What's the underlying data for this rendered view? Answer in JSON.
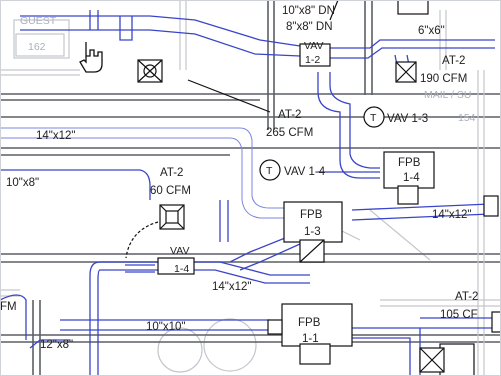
{
  "labels": {
    "duct_top": "10\"x8\" DN",
    "duct_8x8": "8\"x8\" DN",
    "vav_top": "VAV",
    "vav_top_num": "1-2",
    "duct_6x6": "6\"x6\"",
    "at2_top_right": "AT-2",
    "cfm_190": "190 CFM",
    "mail_su": "MAIL / SU",
    "room_154": "154",
    "room_162": "162",
    "faint_top_left": "GUEST",
    "at2_mid": "AT-2",
    "cfm_265": "265 CFM",
    "vav_13_marker": "T",
    "vav_13": "VAV 1-3",
    "duct_14x12_left": "14\"x12\"",
    "duct_10x8": "10\"x8\"",
    "vav_14_marker": "T",
    "vav_14": "VAV 1-4",
    "at2_left": "AT-2",
    "cfm_60": "60 CFM",
    "fpb_14": "FPB",
    "fpb_14_num": "1-4",
    "fpb_13": "FPB",
    "fpb_13_num": "1-3",
    "duct_14x12_right": "14\"x12\"",
    "vav_lower": "VAV",
    "vav_lower_num": "1-4",
    "duct_14x12_bottom": "14\"x12\"",
    "duct_10x10": "10\"x10\"",
    "fpb_11": "FPB",
    "fpb_11_num": "1-1",
    "at2_bottom_right": "AT-2",
    "cfm_105": "105 CF",
    "duct_12x8": "12\"x8\"",
    "cfm_edge": "FM"
  },
  "colors": {
    "duct": "#3a44c8",
    "wall": "#5b5f66",
    "text": "#222222"
  },
  "icons": [
    "hand-cursor-icon",
    "diffuser-icon",
    "thermostat-icon"
  ]
}
